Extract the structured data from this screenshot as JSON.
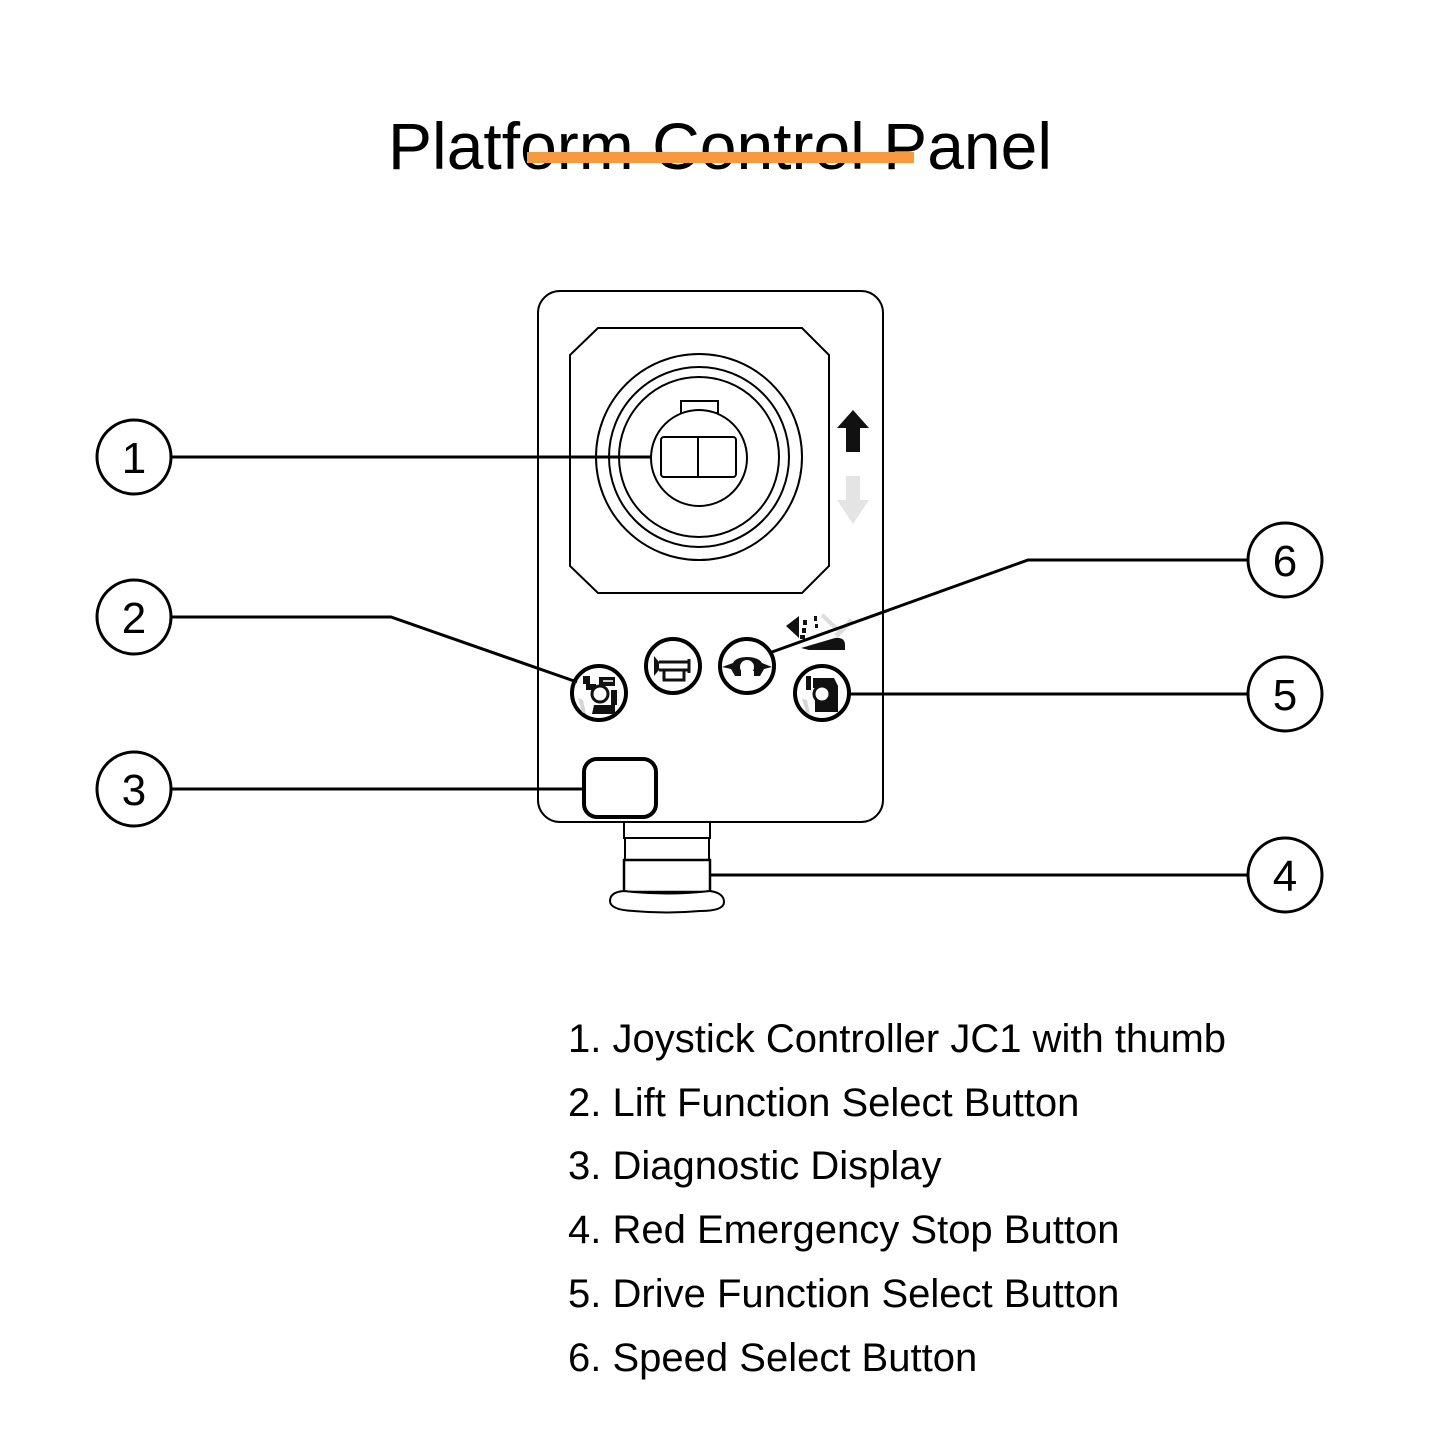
{
  "title": "Platform Control Panel",
  "accent_color": "#f79a3e",
  "callouts": [
    {
      "number": "1",
      "target": "joystick"
    },
    {
      "number": "2",
      "target": "lift-function-button"
    },
    {
      "number": "3",
      "target": "diagnostic-display"
    },
    {
      "number": "4",
      "target": "emergency-stop"
    },
    {
      "number": "5",
      "target": "drive-function-button"
    },
    {
      "number": "6",
      "target": "speed-select-button"
    }
  ],
  "legend": [
    {
      "number": "1.",
      "label": "Joystick Controller JC1 with thumb"
    },
    {
      "number": "2.",
      "label": "Lift Function Select Button"
    },
    {
      "number": "3.",
      "label": "Diagnostic Display"
    },
    {
      "number": "4.",
      "label": "Red Emergency Stop Button"
    },
    {
      "number": "5.",
      "label": "Drive Function Select Button"
    },
    {
      "number": "6.",
      "label": "Speed Select Button"
    }
  ],
  "icons": {
    "up_arrow": "arrow-up-icon",
    "down_arrow": "arrow-down-icon",
    "lift_button": "lift-icon",
    "horn_button": "horn-icon",
    "speed_button": "turtle-speed-icon",
    "drive_button": "drive-icon",
    "speed_indicator": "speed-range-icon"
  }
}
